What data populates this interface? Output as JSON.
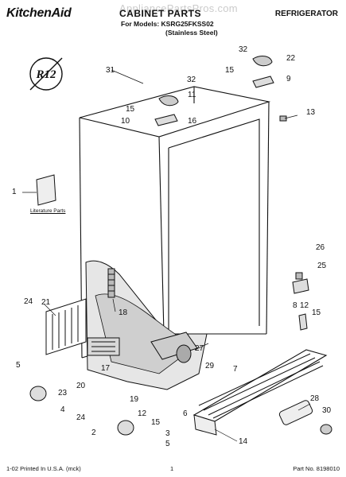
{
  "header": {
    "brand": "KitchenAid",
    "title": "CABINET PARTS",
    "models_line": "For Models: KSRG25FKSS02",
    "variant": "(Stainless Steel)",
    "category": "REFRIGERATOR",
    "watermark": "AppliancePartsPros.com"
  },
  "badge": {
    "text": "R12"
  },
  "literature_label": "Literature Parts",
  "footer": {
    "printed": "1-02 Printed In U.S.A. (mck)",
    "page": "1",
    "part_no": "Part No. 8198010"
  },
  "callouts": [
    "31",
    "32",
    "15",
    "11",
    "10",
    "16",
    "32",
    "22",
    "15",
    "9",
    "13",
    "1",
    "18",
    "24",
    "21",
    "5",
    "17",
    "23",
    "20",
    "4",
    "24",
    "19",
    "2",
    "3",
    "5",
    "12",
    "15",
    "6",
    "29",
    "7",
    "27",
    "26",
    "25",
    "8",
    "12",
    "15",
    "28",
    "30",
    "14"
  ]
}
